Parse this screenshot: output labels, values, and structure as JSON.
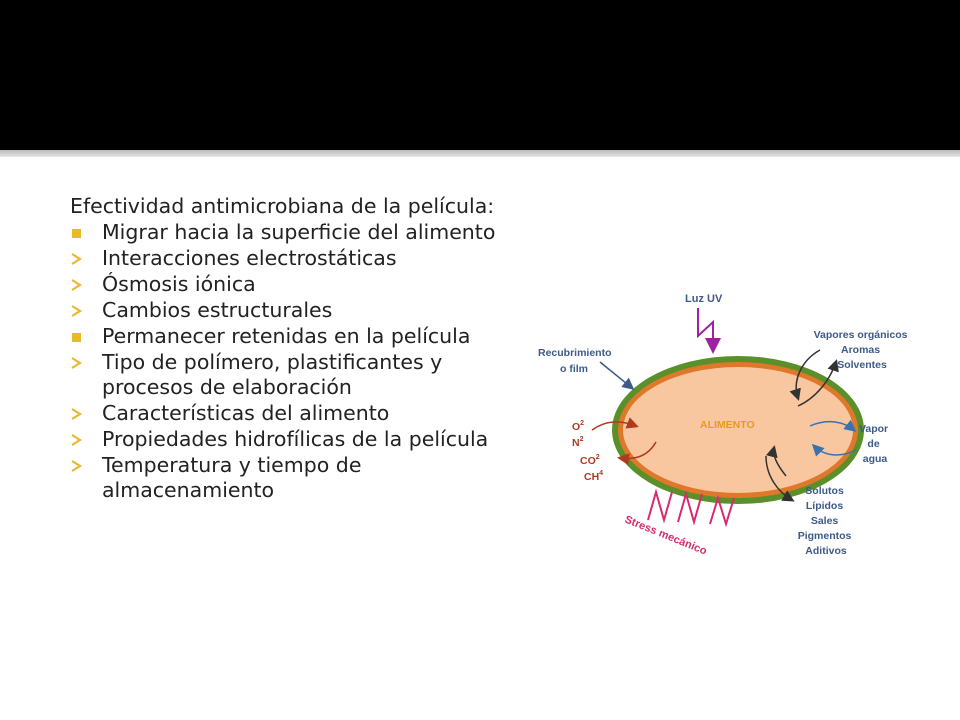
{
  "slide": {
    "heading": "Efectividad antimicrobiana de la película:",
    "bullets": [
      {
        "text": "Migrar hacia la superficie del alimento",
        "marker": "square"
      },
      {
        "text": "Interacciones electrostáticas",
        "marker": "arrow"
      },
      {
        "text": "Ósmosis iónica",
        "marker": "arrow"
      },
      {
        "text": "Cambios estructurales",
        "marker": "arrow"
      },
      {
        "text": "Permanecer retenidas en la película",
        "marker": "square"
      },
      {
        "text": "Tipo de polímero, plastificantes y procesos de elaboración",
        "marker": "arrow"
      },
      {
        "text": "Características del alimento",
        "marker": "arrow"
      },
      {
        "text": "Propiedades hidrofílicas de la película",
        "marker": "arrow"
      },
      {
        "text": "Temperatura y tiempo de almacenamiento",
        "marker": "arrow"
      }
    ],
    "marker_colors": {
      "square": "#e8b830",
      "arrow": "#e8b830"
    }
  },
  "diagram": {
    "luz_uv": "Luz UV",
    "recubrimiento": [
      "Recubrimiento",
      "o film"
    ],
    "alimento": "ALIMENTO",
    "organicos": [
      "Vapores orgánicos",
      "Aromas",
      "Solventes"
    ],
    "vapor_agua": [
      "Vapor",
      "de",
      "agua"
    ],
    "gases": [
      {
        "base": "O",
        "sub": "2"
      },
      {
        "base": "N",
        "sub": "2"
      },
      {
        "base": "CO",
        "sub": "2"
      },
      {
        "base": "CH",
        "sub": "4"
      }
    ],
    "solutos": [
      "Solutos",
      "Lípidos",
      "Sales",
      "Pigmentos",
      "Aditivos"
    ],
    "stress": "Stress mecánico",
    "colors": {
      "food_fill": "#f8c7a0",
      "inner_ring": "#e0782b",
      "outer_ring": "#5a8f2a",
      "uv": "#a020a0",
      "gas": "#b03a1e",
      "water": "#3a72b0",
      "stress": "#d62b6e",
      "label": "#3d5a88",
      "alimento_text": "#e69a1f"
    }
  }
}
